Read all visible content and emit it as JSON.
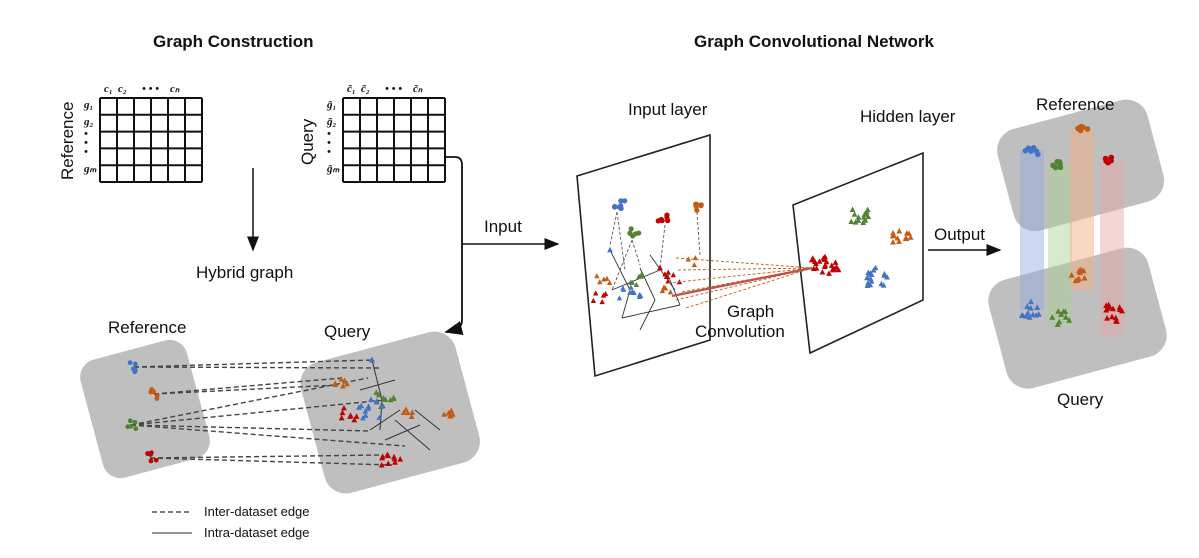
{
  "titles": {
    "left": "Graph Construction",
    "right": "Graph Convolutional Network"
  },
  "matrix": {
    "reference_label": "Reference",
    "query_label": "Query",
    "ref_cols": [
      "c₁",
      "c₂",
      "• • •",
      "cₙ"
    ],
    "ref_rows": [
      "g₁",
      "g₂",
      "•",
      "•",
      "•",
      "gₘ"
    ],
    "query_cols": [
      "c̃₁",
      "c̃₂",
      "• • •",
      "c̃ₙ"
    ],
    "query_rows": [
      "g̃₁",
      "g̃₂",
      "•",
      "•",
      "•",
      "g̃ₘ"
    ]
  },
  "labels": {
    "hybrid_graph": "Hybrid graph",
    "input": "Input",
    "reference_cluster": "Reference",
    "query_cluster": "Query",
    "input_layer": "Input layer",
    "hidden_layer": "Hidden layer",
    "graph_convolution_line1": "Graph",
    "graph_convolution_line2": "Convolution",
    "output": "Output",
    "output_reference": "Reference",
    "output_query": "Query"
  },
  "legend": {
    "inter": "Inter-dataset edge",
    "intra": "Intra-dataset edge"
  },
  "colors": {
    "blue": "#4472C4",
    "orange": "#C55A11",
    "green": "#548235",
    "red": "#C00000",
    "panel_gray": "#BFBFBF"
  }
}
